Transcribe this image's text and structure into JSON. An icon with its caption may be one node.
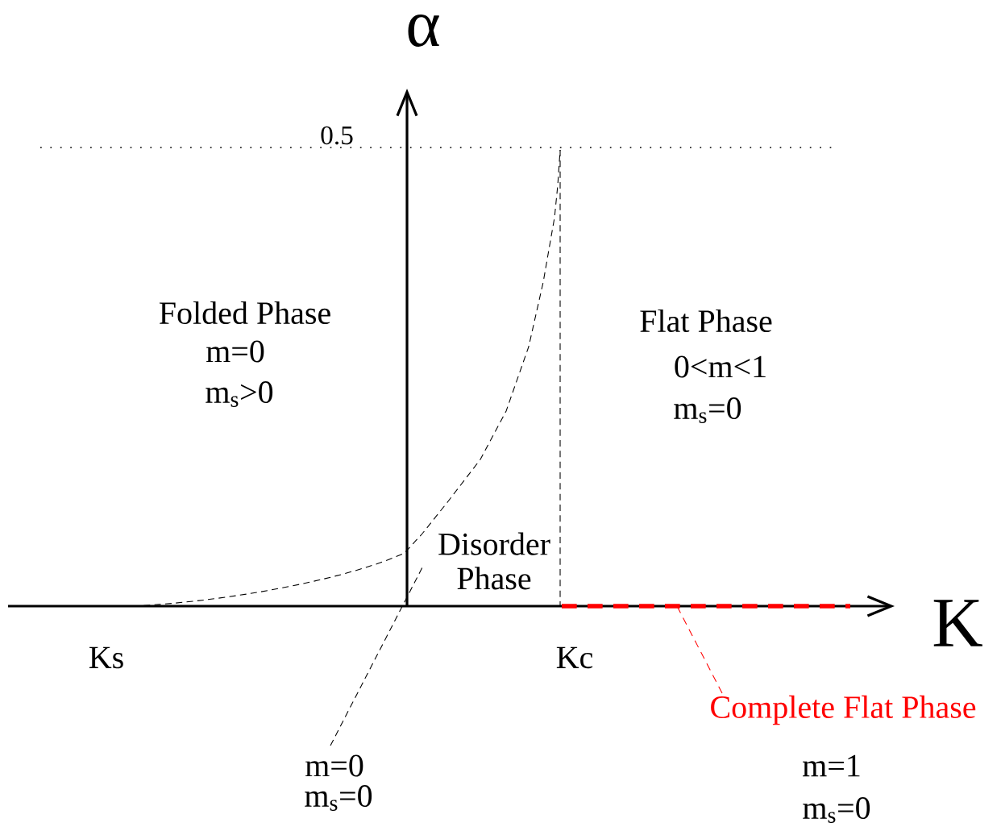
{
  "diagram": {
    "nodes": [
      {
        "text": [
          "Complete Flat Phase"
        ]
      },
      {
        "text": [],
        "shape": "bar"
      }
    ],
    "edges": [
      {
        "from": 0,
        "to": 1,
        "arrow": "none",
        "style": "dashed",
        "color": "#ff0000"
      }
    ],
    "labels": [
      "α",
      "0.5",
      "Folded Phase",
      "m=0",
      "m$_{s}$>0",
      "Flat Phase",
      "0<m<1",
      "m$_{s}$=0",
      "Disorder Phase",
      "K",
      "Ks",
      "Kc",
      "m=0",
      "m$_{s}$=0",
      "m=1",
      "m$_{s}$=0"
    ]
  }
}
